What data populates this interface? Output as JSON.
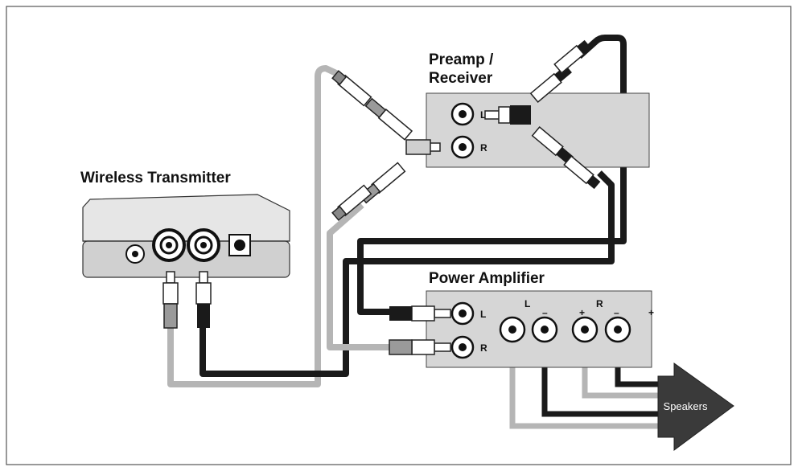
{
  "labels": {
    "preamp_line1": "Preamp /",
    "preamp_line2": "Receiver",
    "transmitter": "Wireless Transmitter",
    "amplifier": "Power Amplifier",
    "speakers": "Speakers",
    "left": "L",
    "right": "R",
    "plus": "+",
    "minus": "–"
  },
  "colors": {
    "grey_cable": "#b5b5b5",
    "black_cable": "#1a1a1a",
    "panel_fill": "#d6d6d6",
    "outline": "#333333"
  }
}
